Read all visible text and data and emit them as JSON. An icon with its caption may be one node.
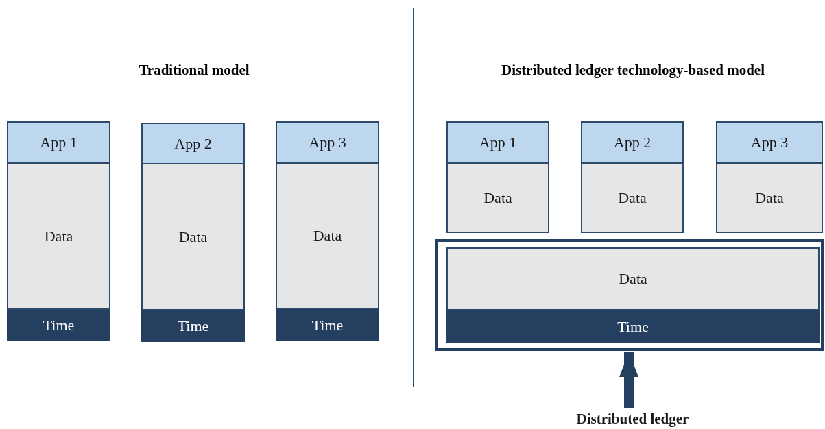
{
  "diagram": {
    "nodes": [
      {
        "text": [
          "App 1"
        ]
      },
      {
        "text": [
          "Data"
        ]
      },
      {
        "text": [
          "Time"
        ]
      },
      {
        "text": [
          "App 2"
        ]
      },
      {
        "text": [
          "Data"
        ]
      },
      {
        "text": [
          "Time"
        ]
      },
      {
        "text": [
          "App 3"
        ]
      },
      {
        "text": [
          "Data"
        ]
      },
      {
        "text": [
          "Time"
        ]
      },
      {
        "text": [
          "App 1"
        ]
      },
      {
        "text": [
          "Data"
        ]
      },
      {
        "text": [
          "App 2"
        ]
      },
      {
        "text": [
          "Data"
        ]
      },
      {
        "text": [
          "App 3"
        ]
      },
      {
        "text": [
          "Data"
        ]
      },
      {
        "text": [],
        "shape": "box"
      },
      {
        "text": [
          "Data"
        ],
        "in": 15
      },
      {
        "text": [
          "Time"
        ],
        "in": 15
      },
      {
        "text": [
          "Distributed ledger"
        ]
      }
    ],
    "edges": [
      {
        "from": 18,
        "to": 15,
        "arrow": "to"
      }
    ],
    "labels": [
      "Traditional model",
      "Distributed ledger technology-based model"
    ]
  }
}
